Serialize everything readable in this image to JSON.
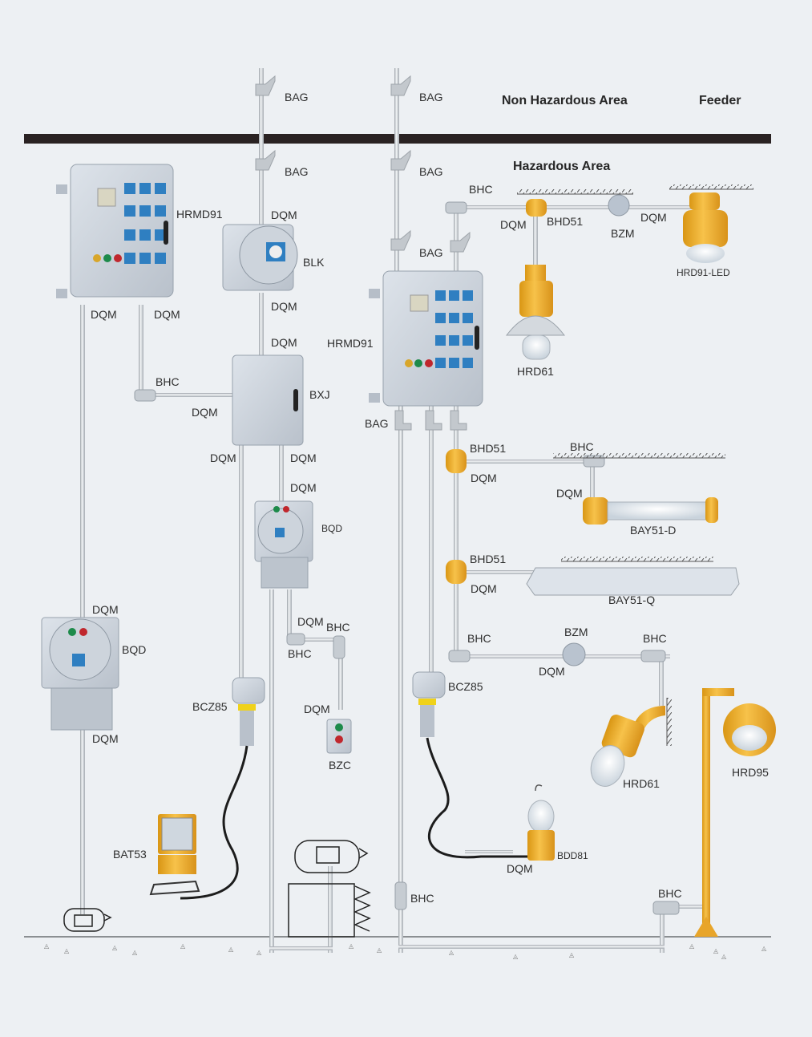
{
  "headers": {
    "non_hazardous": "Non Hazardous Area",
    "feeder": "Feeder",
    "hazardous": "Hazardous Area"
  },
  "colors": {
    "background": "#edf0f3",
    "barrier": "#2a2222",
    "conduit": "#c8ccd0",
    "enclosure": "#c9d0d9",
    "amber_fixture": "#f2b632",
    "blue_breaker": "#2f7fc1",
    "cable": "#1c1c1c"
  },
  "labels": [
    {
      "id": "bag-1",
      "text": "BAG"
    },
    {
      "id": "bag-2",
      "text": "BAG"
    },
    {
      "id": "bag-3",
      "text": "BAG"
    },
    {
      "id": "bag-4",
      "text": "BAG"
    },
    {
      "id": "bag-5",
      "text": "BAG"
    },
    {
      "id": "bag-6",
      "text": "BAG"
    },
    {
      "id": "hrmd91-left",
      "text": "HRMD91"
    },
    {
      "id": "dqm-1",
      "text": "DQM"
    },
    {
      "id": "blk",
      "text": "BLK"
    },
    {
      "id": "dqm-2",
      "text": "DQM"
    },
    {
      "id": "dqm-3",
      "text": "DQM"
    },
    {
      "id": "dqm-4",
      "text": "DQM"
    },
    {
      "id": "dqm-5",
      "text": "DQM"
    },
    {
      "id": "bhc-1",
      "text": "BHC"
    },
    {
      "id": "dqm-6",
      "text": "DQM"
    },
    {
      "id": "bxj",
      "text": "BXJ"
    },
    {
      "id": "dqm-7",
      "text": "DQM"
    },
    {
      "id": "dqm-8",
      "text": "DQM"
    },
    {
      "id": "dqm-9",
      "text": "DQM"
    },
    {
      "id": "bqd-mid",
      "text": "BQD"
    },
    {
      "id": "dqm-10",
      "text": "DQM"
    },
    {
      "id": "bqd-left",
      "text": "BQD"
    },
    {
      "id": "dqm-11",
      "text": "DQM"
    },
    {
      "id": "dqm-12",
      "text": "DQM"
    },
    {
      "id": "bhc-2",
      "text": "BHC"
    },
    {
      "id": "bhc-3",
      "text": "BHC"
    },
    {
      "id": "dqm-13",
      "text": "DQM"
    },
    {
      "id": "bzc",
      "text": "BZC"
    },
    {
      "id": "bcz85-left",
      "text": "BCZ85"
    },
    {
      "id": "bat53",
      "text": "BAT53"
    },
    {
      "id": "hrmd91-right",
      "text": "HRMD91"
    },
    {
      "id": "bhc-4",
      "text": "BHC"
    },
    {
      "id": "dqm-14",
      "text": "DQM"
    },
    {
      "id": "bhd51-1",
      "text": "BHD51"
    },
    {
      "id": "bzm-1",
      "text": "BZM"
    },
    {
      "id": "dqm-15",
      "text": "DQM"
    },
    {
      "id": "hrd91-led",
      "text": "HRD91-LED"
    },
    {
      "id": "hrd61-top",
      "text": "HRD61"
    },
    {
      "id": "bag-7",
      "text": "BAG"
    },
    {
      "id": "bhd51-2",
      "text": "BHD51"
    },
    {
      "id": "dqm-16",
      "text": "DQM"
    },
    {
      "id": "bhc-5",
      "text": "BHC"
    },
    {
      "id": "dqm-17",
      "text": "DQM"
    },
    {
      "id": "bay51-d",
      "text": "BAY51-D"
    },
    {
      "id": "bhd51-3",
      "text": "BHD51"
    },
    {
      "id": "dqm-18",
      "text": "DQM"
    },
    {
      "id": "bay51-q",
      "text": "BAY51-Q"
    },
    {
      "id": "bhc-6",
      "text": "BHC"
    },
    {
      "id": "bzm-2",
      "text": "BZM"
    },
    {
      "id": "dqm-19",
      "text": "DQM"
    },
    {
      "id": "bhc-7",
      "text": "BHC"
    },
    {
      "id": "bcz85-right",
      "text": "BCZ85"
    },
    {
      "id": "hrd61-bottom",
      "text": "HRD61"
    },
    {
      "id": "hrd95",
      "text": "HRD95"
    },
    {
      "id": "bdd81",
      "text": "BDD81"
    },
    {
      "id": "dqm-20",
      "text": "DQM"
    },
    {
      "id": "bhc-8",
      "text": "BHC"
    },
    {
      "id": "bhc-9",
      "text": "BHC"
    }
  ]
}
